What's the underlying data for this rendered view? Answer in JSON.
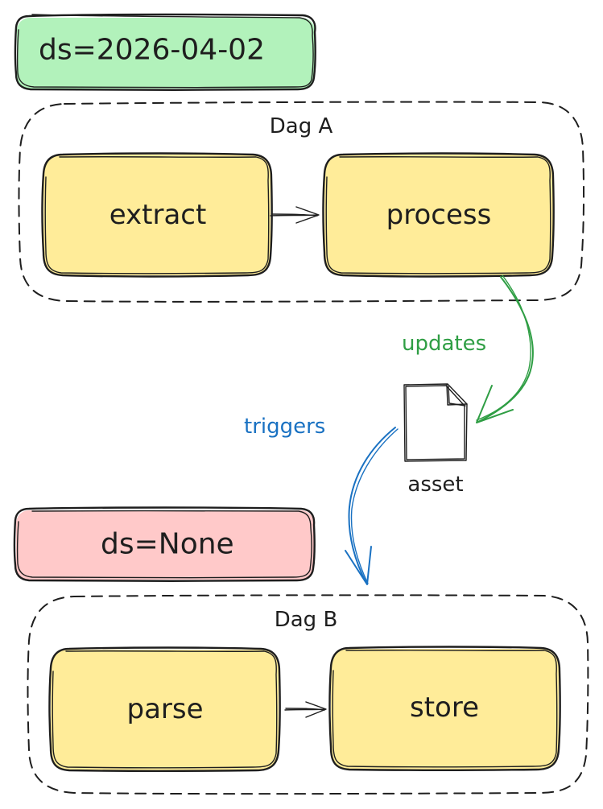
{
  "badges": {
    "top": {
      "label": "ds=2026-04-02",
      "fill": "#b2f2bb"
    },
    "bottom": {
      "label": "ds=None",
      "fill": "#ffc9c9"
    }
  },
  "dag_a": {
    "label": "Dag A",
    "tasks": [
      "extract",
      "process"
    ]
  },
  "dag_b": {
    "label": "Dag B",
    "tasks": [
      "parse",
      "store"
    ]
  },
  "asset": {
    "label": "asset",
    "icon": "document-icon"
  },
  "edges": {
    "updates": {
      "label": "updates",
      "color": "#2f9e44"
    },
    "triggers": {
      "label": "triggers",
      "color": "#1971c2"
    }
  },
  "colors": {
    "task_fill": "#ffec99",
    "ink": "#1e1e1e"
  }
}
